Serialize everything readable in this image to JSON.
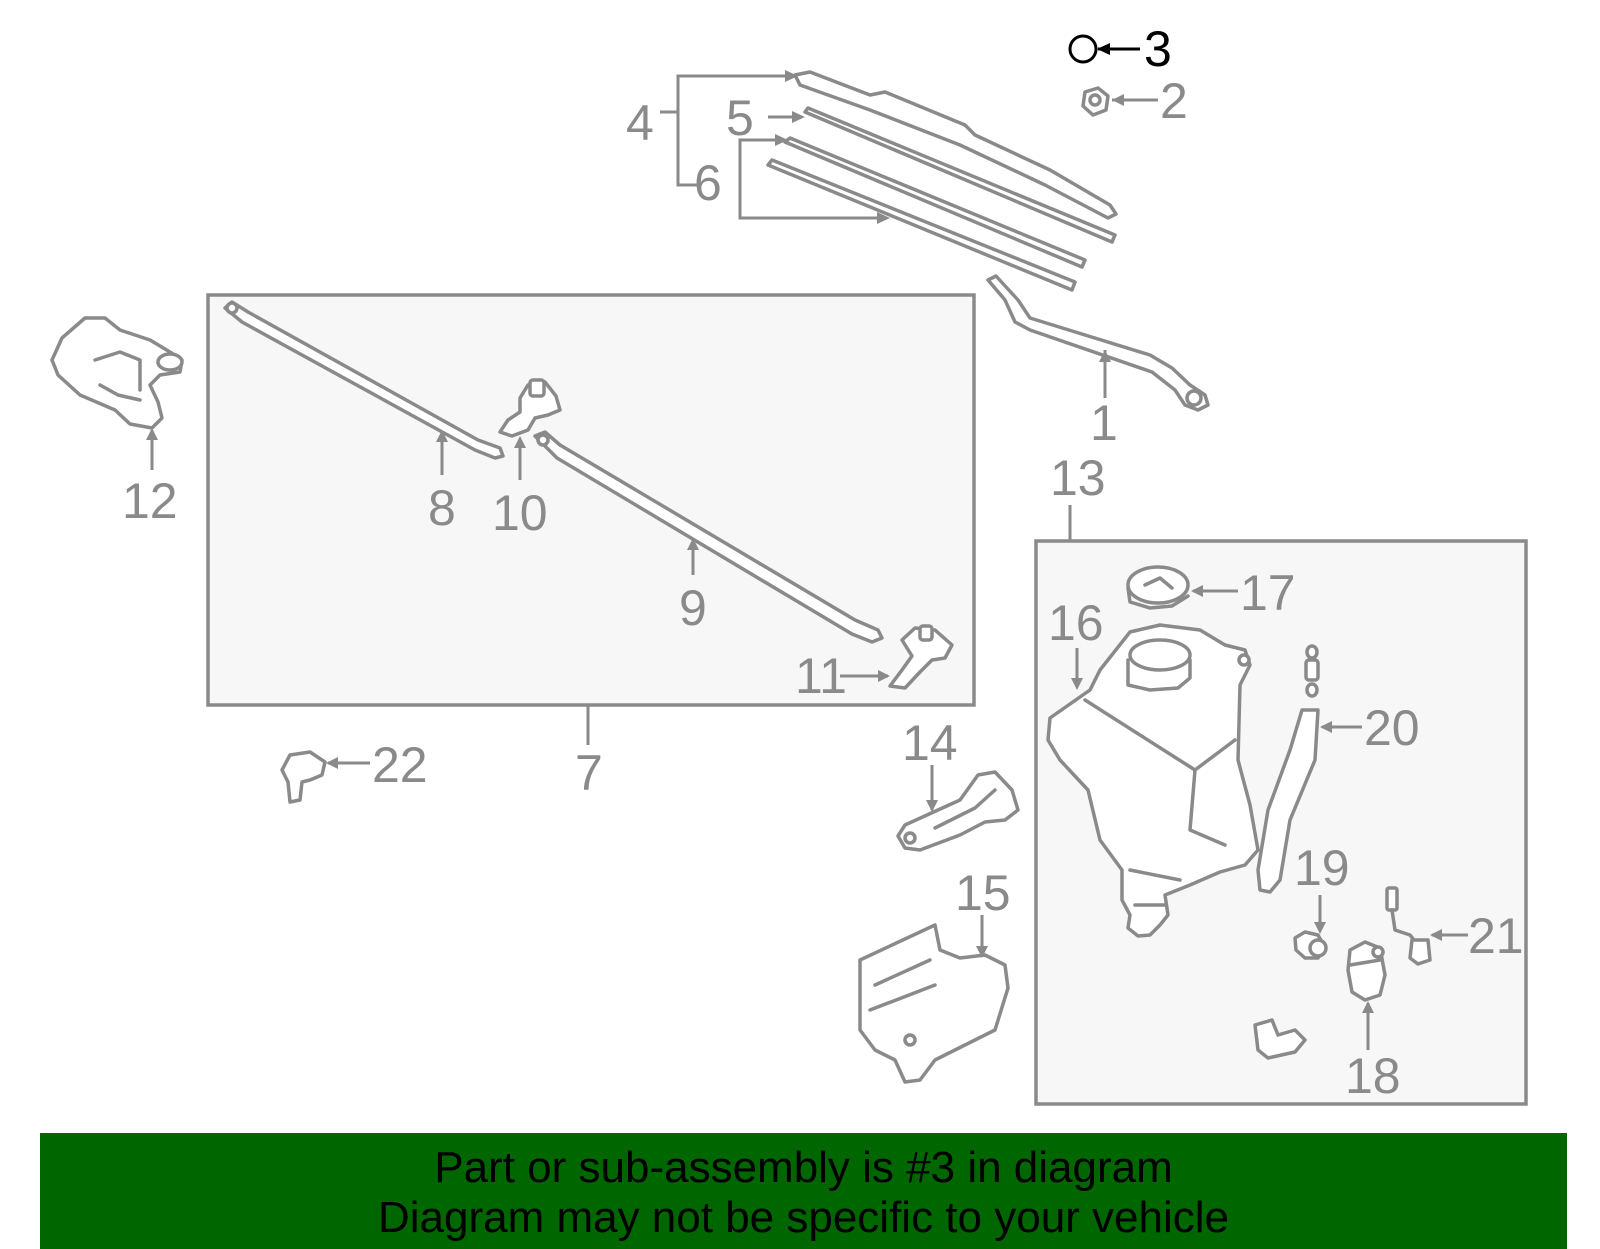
{
  "diagram": {
    "callouts": {
      "c1": "1",
      "c2": "2",
      "c3": "3",
      "c4": "4",
      "c5": "5",
      "c6": "6",
      "c7": "7",
      "c8": "8",
      "c9": "9",
      "c10": "10",
      "c11": "11",
      "c12": "12",
      "c13": "13",
      "c14": "14",
      "c15": "15",
      "c16": "16",
      "c17": "17",
      "c18": "18",
      "c19": "19",
      "c20": "20",
      "c21": "21",
      "c22": "22"
    },
    "highlighted_part": "3"
  },
  "banner": {
    "line1": "Part or sub-assembly is #3 in diagram",
    "line2": "Diagram may not be specific to your vehicle",
    "background": "#006600"
  },
  "colors": {
    "line": "#8a8a8a",
    "highlight": "#000000"
  }
}
